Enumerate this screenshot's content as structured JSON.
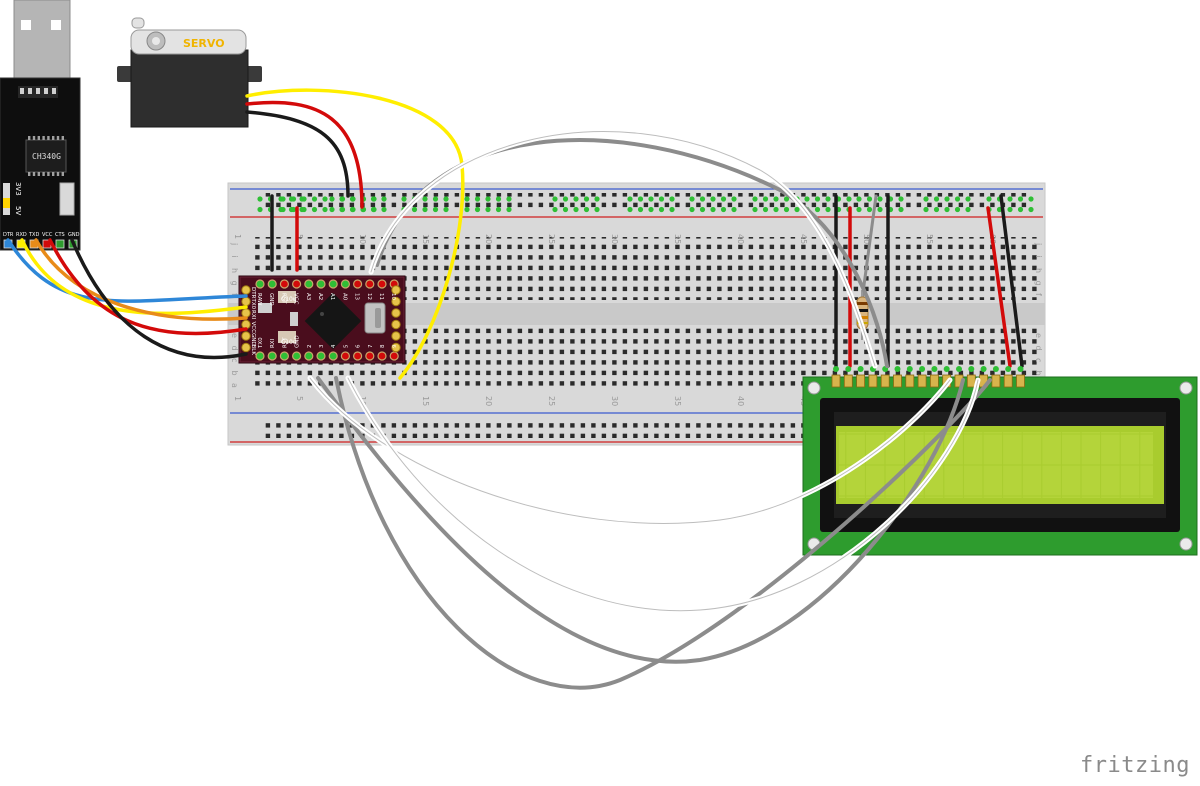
{
  "usb_adapter": {
    "chip": "CH340G",
    "switch_label": "3V3",
    "switch_label_2": "5V",
    "pins": [
      "DTR",
      "RXD",
      "TXD",
      "VCC",
      "CTS",
      "GND"
    ]
  },
  "servo": {
    "label": "SERVO"
  },
  "breadboard": {
    "column_numbers": [
      "1",
      "5",
      "10",
      "15",
      "20",
      "25",
      "30",
      "35",
      "40",
      "45",
      "50",
      "55",
      "60"
    ],
    "row_letters_top": [
      "j",
      "i",
      "h",
      "g",
      "f"
    ],
    "row_letters_bottom": [
      "e",
      "d",
      "c",
      "b",
      "a"
    ]
  },
  "arduino": {
    "pin_labels_top": [
      "RAW",
      "GND",
      "RST",
      "VCC",
      "A3",
      "A2",
      "A1",
      "A0",
      "13",
      "12",
      "11",
      "10"
    ],
    "pin_labels_bottom": [
      "TX0",
      "RXI",
      "RST",
      "GND",
      "2",
      "3",
      "4",
      "5",
      "6",
      "7",
      "8",
      "9"
    ],
    "side_labels": [
      "DTR",
      "TX0",
      "RXI",
      "VCC",
      "GND",
      "BLK"
    ],
    "cap1": "C10u",
    "cap2": "C10u"
  },
  "lcd": {
    "pin_count": 16
  },
  "watermark": "fritzing",
  "colors": {
    "wire_red": "#d30a0a",
    "wire_black": "#1a1a1a",
    "wire_yellow": "#ffee00",
    "wire_blue": "#2e87d8",
    "wire_orange": "#e88b19",
    "wire_gray": "#8c8c8c",
    "wire_white": "#f4f4f4",
    "lcd_board": "#2e9c2e",
    "lcd_screen": "#a9cc2e",
    "arduino_pcb": "#4a0d1d",
    "breadboard": "#d9d9d9"
  }
}
